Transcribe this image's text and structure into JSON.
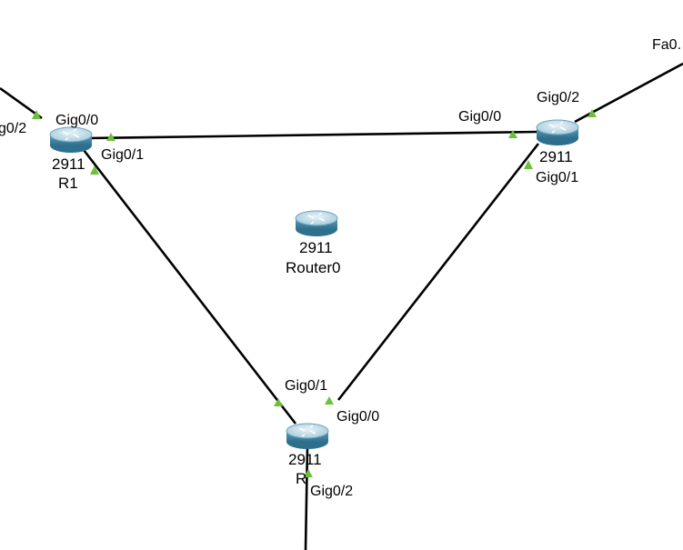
{
  "topology": {
    "colors": {
      "link": "#000000",
      "port_up": "#6dbf3c",
      "router_body": "#4a8fae",
      "router_top": "#bcdbe8",
      "router_arrow": "#ffffff"
    },
    "routers": {
      "r1": {
        "model": "2911",
        "name": "R1"
      },
      "r2": {
        "model": "2911",
        "name": ""
      },
      "router0": {
        "model": "2911",
        "name": "Router0"
      },
      "r3": {
        "model": "2911",
        "name": "R"
      }
    },
    "ports": {
      "r1_gig02": "g0/2",
      "r1_gig00": "Gig0/0",
      "r1_gig01": "Gig0/1",
      "r2_gig00": "Gig0/0",
      "r2_gig02": "Gig0/2",
      "r2_gig01": "Gig0/1",
      "r2_fa": "Fa0.",
      "r3_gig01": "Gig0/1",
      "r3_gig00": "Gig0/0",
      "r3_gig02": "Gig0/2"
    }
  }
}
